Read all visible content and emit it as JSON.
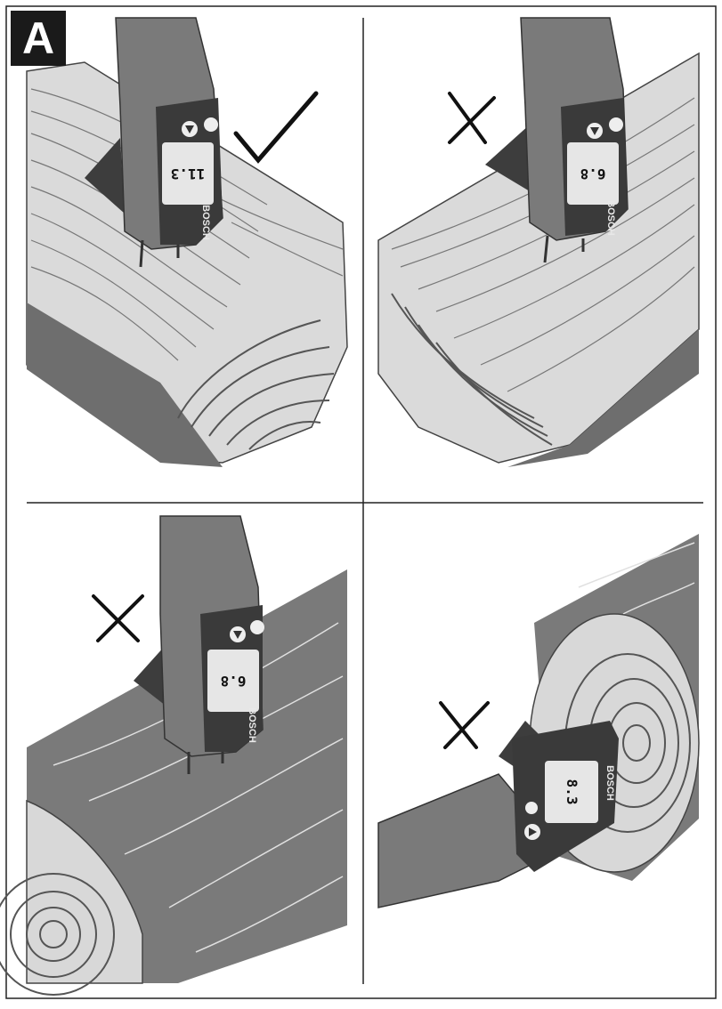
{
  "figure_label": "A",
  "brand": "BOSCH",
  "panels": [
    {
      "id": "top-left",
      "mark": "check",
      "reading": "11.3",
      "unit": "%"
    },
    {
      "id": "top-right",
      "mark": "cross",
      "reading": "6.8",
      "unit": "%"
    },
    {
      "id": "bottom-left",
      "mark": "cross",
      "reading": "6.8",
      "unit": "%"
    },
    {
      "id": "bottom-right",
      "mark": "cross",
      "reading": "8.3",
      "unit": "%"
    }
  ],
  "colors": {
    "wood_dark": "#6b6b6b",
    "wood_face": "#d6d6d6",
    "bark": "#5a5a5a",
    "device": "#7a7a7a",
    "device_dark": "#3a3a3a",
    "lcd": "#e6e6e6"
  }
}
